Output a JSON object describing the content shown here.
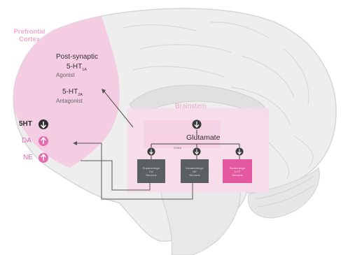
{
  "regions": {
    "prefrontal_cortex": "Prefrontal\nCortex",
    "brainstem": "Brainstem"
  },
  "receptors": {
    "post_synaptic": "Post-synaptic",
    "ht1a": {
      "main": "5-HT",
      "sub": "1A"
    },
    "ht1a_action": "Agonist",
    "ht2a": {
      "main": "5-HT",
      "sub": "2A"
    },
    "ht2a_action": "Antagonist"
  },
  "neurotransmitters": [
    {
      "label": "5HT",
      "direction": "down",
      "color": "#2f2f2f"
    },
    {
      "label": "DA",
      "direction": "up",
      "color": "#e56aae"
    },
    {
      "label": "NE",
      "direction": "up",
      "color": "#e56aae"
    }
  ],
  "glutamate": {
    "label": "Glutamate",
    "direction": "down"
  },
  "gaba_label": "GABA",
  "neuron_boxes": [
    {
      "label": "Dopaminergic\nDA\nNeurons",
      "color": "#5a5f63"
    },
    {
      "label": "Noradrenergic\nNE\nNeurons",
      "color": "#5a5f63"
    },
    {
      "label": "Serotonergic\n5-HT\nNeurons",
      "color": "#e4589f"
    }
  ],
  "colors": {
    "cortex_pink": "#f5cde3",
    "brainstem_panel": "#f8dbe9",
    "accent_pink": "#e56aae",
    "dark_icon": "#2f2f2f",
    "brain_gray": "#e3e3e3"
  }
}
